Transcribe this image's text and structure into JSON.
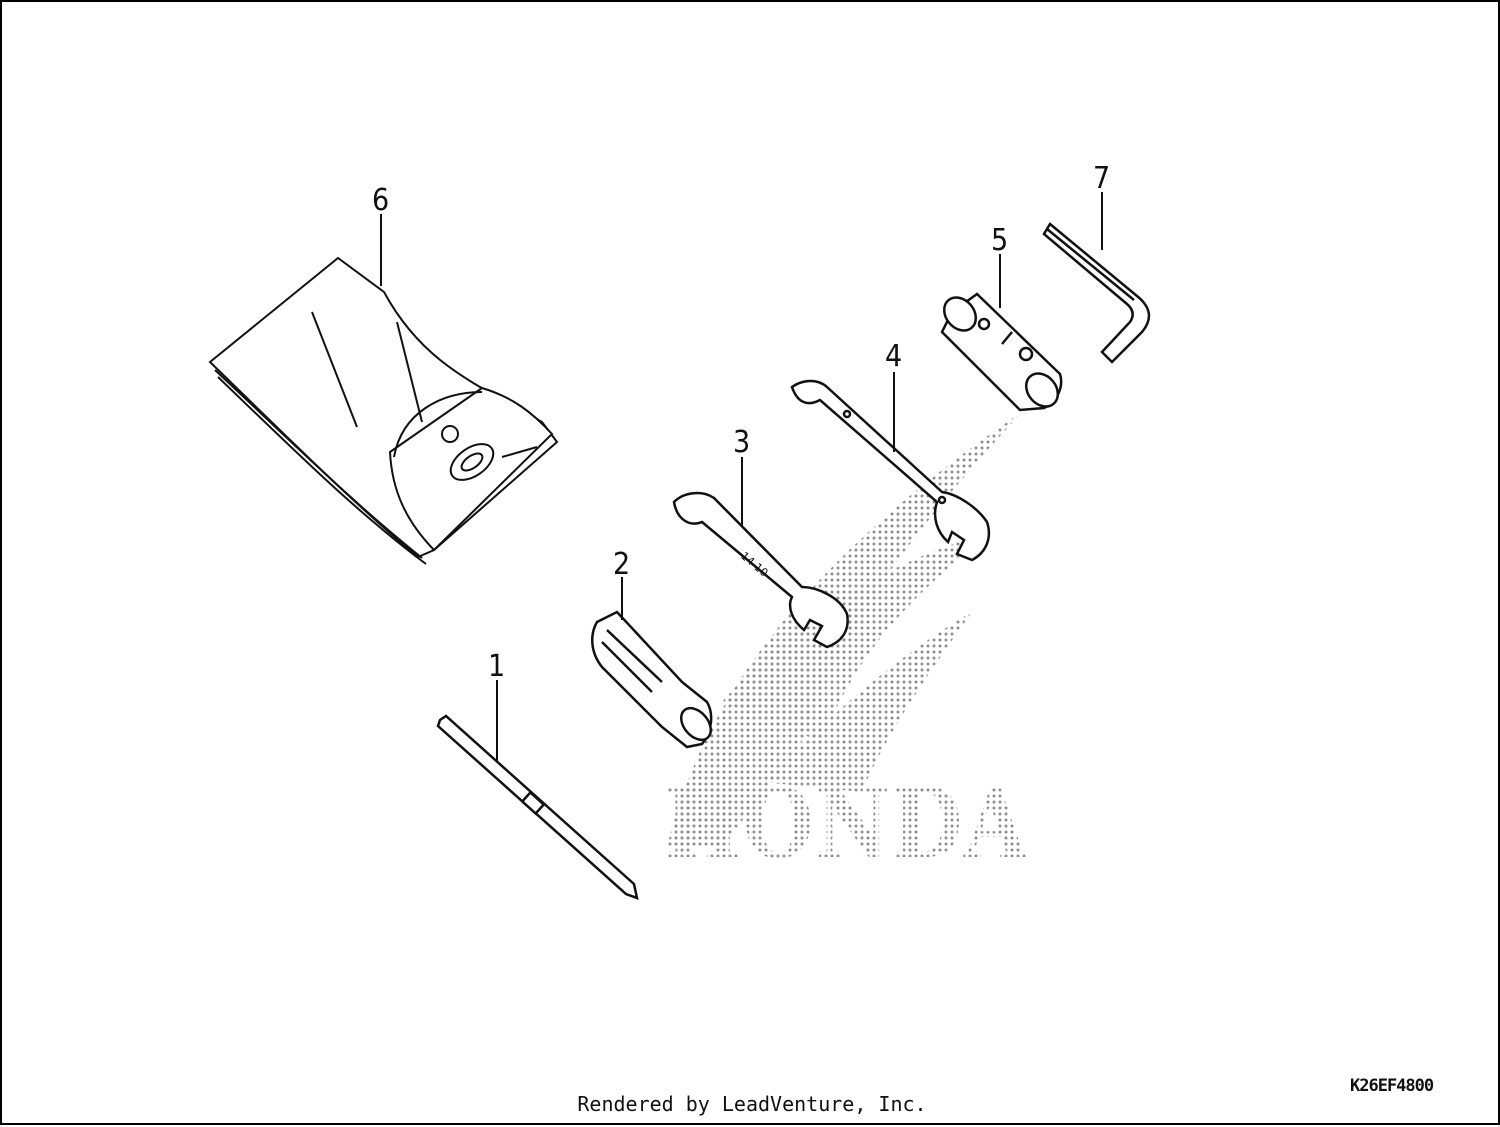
{
  "parts": [
    {
      "ref": "1",
      "icon": "screwdriver-icon"
    },
    {
      "ref": "2",
      "icon": "grip-handle-icon"
    },
    {
      "ref": "3",
      "icon": "wrench-icon"
    },
    {
      "ref": "4",
      "icon": "wrench-icon"
    },
    {
      "ref": "5",
      "icon": "plug-wrench-icon"
    },
    {
      "ref": "6",
      "icon": "tool-bag-icon"
    },
    {
      "ref": "7",
      "icon": "hex-key-icon"
    }
  ],
  "watermark": {
    "text": "HONDA",
    "icon": "honda-wing-logo-icon"
  },
  "footer": {
    "credit": "Rendered by LeadVenture, Inc."
  },
  "diagram_code": "K26EF4800",
  "colors": {
    "line": "#111111",
    "watermark": "#9a9a9a"
  }
}
